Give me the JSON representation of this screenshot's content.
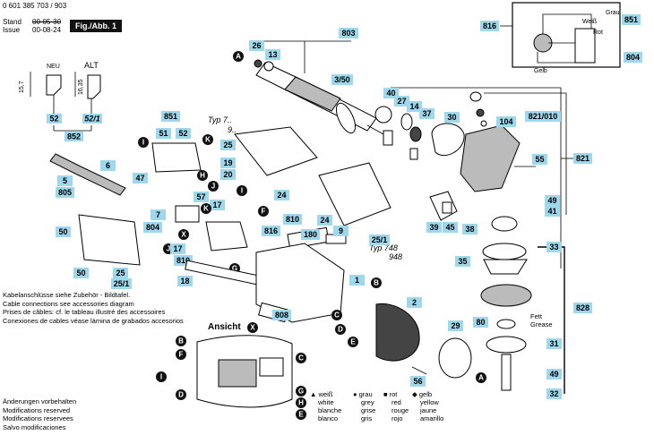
{
  "header": {
    "doc_number": "0 601 385 703 / 903",
    "stand_label": "Stand",
    "issue_label": "Issue",
    "stand_value": "00-05-30",
    "issue_value": "00-08-24",
    "figure_label": "Fig./Abb. 1"
  },
  "inset": {
    "old_label": "ALT",
    "new_label": "NEU",
    "dim_left": "15,7",
    "dim_right": "16,35",
    "part_new": "52",
    "part_old": "52/1",
    "part_group": "852"
  },
  "wiring": {
    "colors": [
      "Grau",
      "Weiß",
      "Rot",
      "Gelb"
    ],
    "callouts": [
      "816",
      "851",
      "804"
    ]
  },
  "callouts": {
    "c803": "803",
    "c26": "26",
    "c13": "13",
    "c350": "3/50",
    "c40": "40",
    "c27": "27",
    "c14": "14",
    "c37": "37",
    "c30": "30",
    "c104": "104",
    "c821_010": "821/010",
    "c821": "821",
    "c851": "851",
    "c51": "51",
    "c52": "52",
    "c25a": "25",
    "c19": "19",
    "c20": "20",
    "c24a": "24",
    "c24b": "24",
    "c6": "6",
    "c5": "5",
    "c805": "805",
    "c47": "47",
    "c57": "57",
    "c7": "7",
    "c804": "804",
    "c17a": "17",
    "c17b": "17",
    "c810a": "810",
    "c810b": "810",
    "c816": "816",
    "c180": "180",
    "c9": "9",
    "c25_1a": "25/1",
    "c50a": "50",
    "c50b": "50",
    "c25b": "25",
    "c25_1b": "25/1",
    "c18": "18",
    "c1": "1",
    "c808": "808",
    "c2": "2",
    "c29": "29",
    "c56": "56",
    "c55": "55",
    "c49a": "49",
    "c41": "41",
    "c39": "39",
    "c45": "45",
    "c38": "38",
    "c33": "33",
    "c35": "35",
    "c828": "828",
    "c80": "80",
    "c31": "31",
    "c49b": "49",
    "c32": "32"
  },
  "typ_labels": {
    "typ_top": "Typ 7..",
    "typ_top_sub": "9..",
    "typ_mid": "Typ 748",
    "typ_mid_sub": "948"
  },
  "notes": [
    "Kabelanschlüsse siehe Zubehör - Bildtafel.",
    "Cable connections see accessories diagram",
    "Prises de câbles: cf. le tableau illustré des accessoires",
    "Conexiones de cables véase lámina de grabados accesorios"
  ],
  "ansicht_label": "Ansicht",
  "footnotes": [
    "Änderungen vorbehalten",
    "Modifications reserved",
    "Modifications reservees",
    "Salvo modificaciones"
  ],
  "legend": [
    {
      "symbol": "▲",
      "words": [
        "weiß",
        "white",
        "blanche",
        "blanco"
      ]
    },
    {
      "symbol": "●",
      "words": [
        "grau",
        "grey",
        "grise",
        "gris"
      ]
    },
    {
      "symbol": "■",
      "words": [
        "rot",
        "red",
        "rouge",
        "rojo"
      ]
    },
    {
      "symbol": "◆",
      "words": [
        "gelb",
        "yellow",
        "jaune",
        "amarillo"
      ]
    }
  ],
  "grease_labels": [
    "Fett",
    "Grease"
  ]
}
